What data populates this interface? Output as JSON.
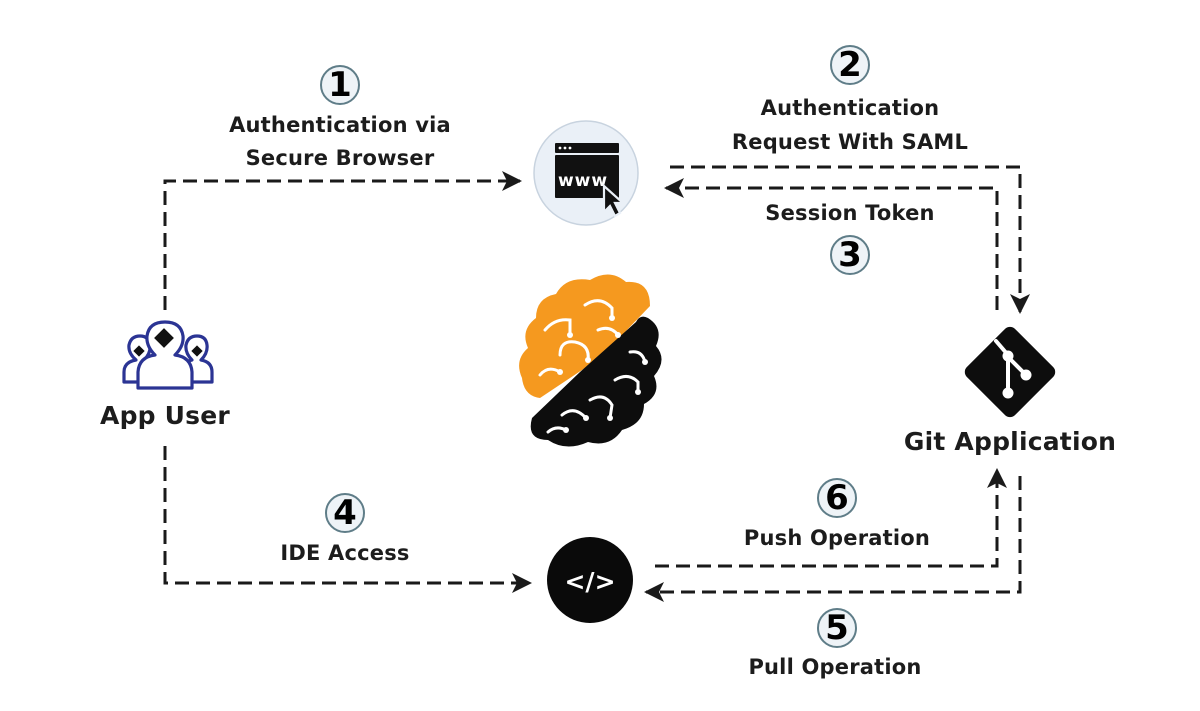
{
  "nodes": {
    "app_user": {
      "label": "App User",
      "icon": "user-group-git-icon"
    },
    "browser": {
      "label": "www",
      "icon": "browser-www-cursor-icon"
    },
    "git_app": {
      "label": "Git Application",
      "icon": "git-logo-icon"
    },
    "ide": {
      "label": "</>",
      "icon": "code-brackets-icon"
    },
    "center_logo": {
      "icon": "handshake-brain-logo-icon"
    }
  },
  "steps": [
    {
      "number": "1",
      "label_lines": [
        "Authentication via",
        "Secure Browser"
      ]
    },
    {
      "number": "2",
      "label_lines": [
        "Authentication",
        "Request With SAML"
      ]
    },
    {
      "number": "3",
      "label_lines": [
        "Session Token"
      ]
    },
    {
      "number": "4",
      "label_lines": [
        "IDE Access"
      ]
    },
    {
      "number": "5",
      "label_lines": [
        "Pull Operation"
      ]
    },
    {
      "number": "6",
      "label_lines": [
        "Push Operation"
      ]
    }
  ],
  "colors": {
    "orange": "#f5991f",
    "black": "#111111",
    "user_blue": "#2b3494",
    "badge_border": "#5f7d88",
    "badge_fill": "#eef3f7",
    "browser_circle": "#eaf0f7"
  }
}
